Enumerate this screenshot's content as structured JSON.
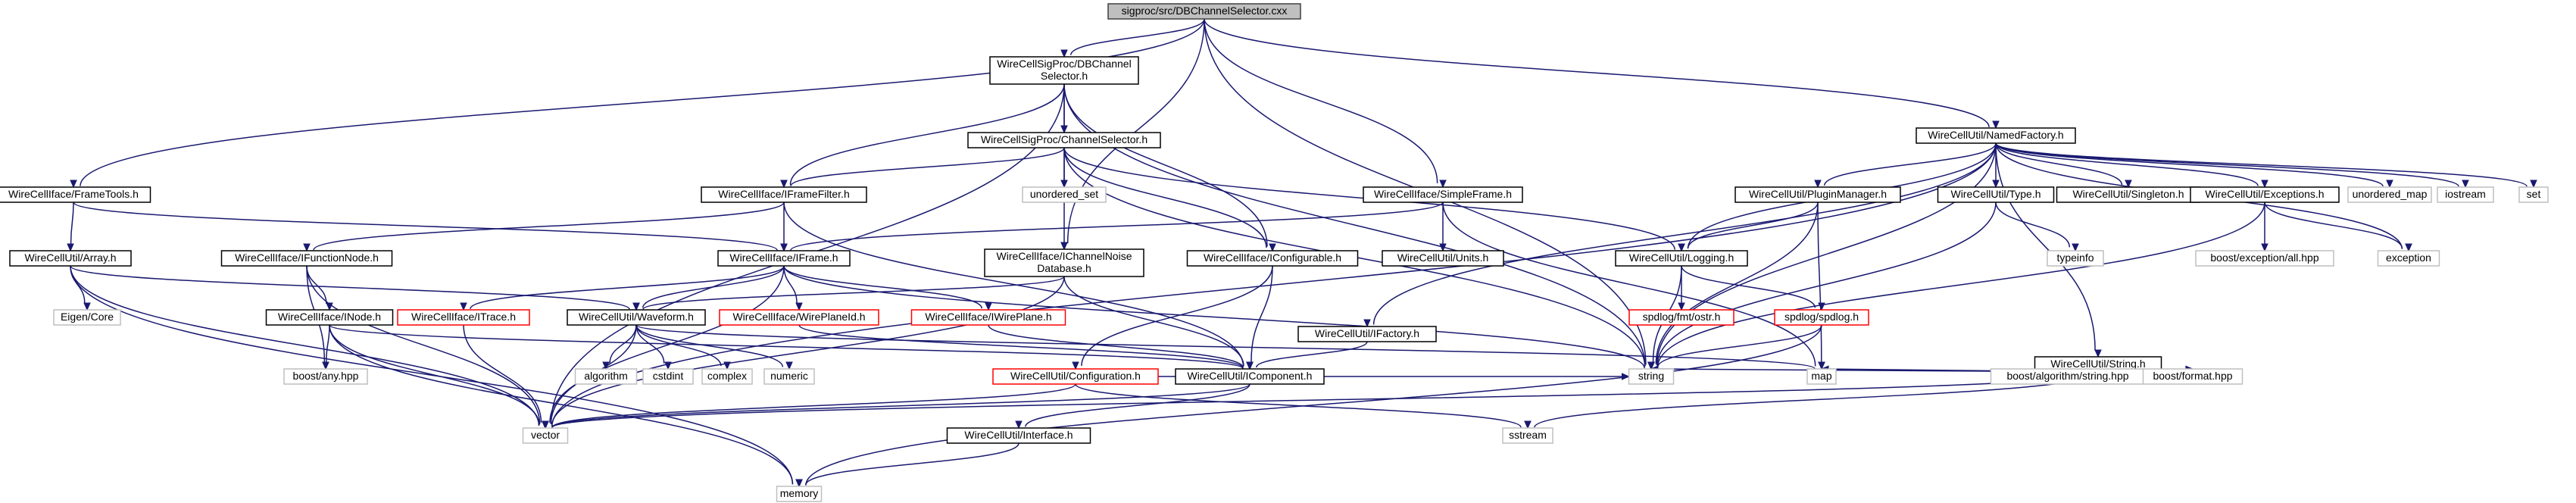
{
  "colors": {
    "edge": "#191970",
    "root_fill": "#bfbfbf",
    "root_stroke": "#404040",
    "doc_stroke": "#000000",
    "missing_stroke": "#ff0000",
    "system_stroke": "#bfbfbf",
    "node_fill": "#ffffff"
  },
  "nodes": [
    {
      "id": "root",
      "kind": "root",
      "lines": [
        "sigproc/src/DBChannelSelector.cxx"
      ]
    },
    {
      "id": "dbcs",
      "kind": "doc",
      "lines": [
        "WireCellSigProc/DBChannel",
        "Selector.h"
      ]
    },
    {
      "id": "frametools",
      "kind": "doc",
      "lines": [
        "WireCellIface/FrameTools.h"
      ]
    },
    {
      "id": "simpleframe",
      "kind": "doc",
      "lines": [
        "WireCellIface/SimpleFrame.h"
      ]
    },
    {
      "id": "namedfactory",
      "kind": "doc",
      "lines": [
        "WireCellUtil/NamedFactory.h"
      ]
    },
    {
      "id": "chansel",
      "kind": "doc",
      "lines": [
        "WireCellSigProc/ChannelSelector.h"
      ]
    },
    {
      "id": "unordered_set",
      "kind": "sys",
      "lines": [
        "unordered_set"
      ]
    },
    {
      "id": "iframefilter",
      "kind": "doc",
      "lines": [
        "WireCellIface/IFrameFilter.h"
      ]
    },
    {
      "id": "ichnoise",
      "kind": "doc",
      "lines": [
        "WireCellIface/IChannelNoise",
        "Database.h"
      ]
    },
    {
      "id": "iconfigurable",
      "kind": "doc",
      "lines": [
        "WireCellIface/IConfigurable.h"
      ]
    },
    {
      "id": "array",
      "kind": "doc",
      "lines": [
        "WireCellUtil/Array.h"
      ]
    },
    {
      "id": "eigen",
      "kind": "sys",
      "lines": [
        "Eigen/Core"
      ]
    },
    {
      "id": "ifunctionnode",
      "kind": "doc",
      "lines": [
        "WireCellIface/IFunctionNode.h"
      ]
    },
    {
      "id": "iframe",
      "kind": "doc",
      "lines": [
        "WireCellIface/IFrame.h"
      ]
    },
    {
      "id": "units",
      "kind": "doc",
      "lines": [
        "WireCellUtil/Units.h"
      ]
    },
    {
      "id": "pluginmanager",
      "kind": "doc",
      "lines": [
        "WireCellUtil/PluginManager.h"
      ]
    },
    {
      "id": "type",
      "kind": "doc",
      "lines": [
        "WireCellUtil/Type.h"
      ]
    },
    {
      "id": "singleton",
      "kind": "doc",
      "lines": [
        "WireCellUtil/Singleton.h"
      ]
    },
    {
      "id": "exceptions",
      "kind": "doc",
      "lines": [
        "WireCellUtil/Exceptions.h"
      ]
    },
    {
      "id": "unordered_map",
      "kind": "sys",
      "lines": [
        "unordered_map"
      ]
    },
    {
      "id": "iostream",
      "kind": "sys",
      "lines": [
        "iostream"
      ]
    },
    {
      "id": "set",
      "kind": "sys",
      "lines": [
        "set"
      ]
    },
    {
      "id": "inode",
      "kind": "doc",
      "lines": [
        "WireCellIface/INode.h"
      ]
    },
    {
      "id": "itrace",
      "kind": "missing",
      "lines": [
        "WireCellIface/ITrace.h"
      ]
    },
    {
      "id": "waveform",
      "kind": "doc",
      "lines": [
        "WireCellUtil/Waveform.h"
      ]
    },
    {
      "id": "iwireplaneid",
      "kind": "missing",
      "lines": [
        "WireCellIface/WirePlaneId.h"
      ]
    },
    {
      "id": "iwireplane",
      "kind": "missing",
      "lines": [
        "WireCellIface/IWirePlane.h"
      ]
    },
    {
      "id": "logging",
      "kind": "doc",
      "lines": [
        "WireCellUtil/Logging.h"
      ]
    },
    {
      "id": "typeinfo",
      "kind": "sys",
      "lines": [
        "typeinfo"
      ]
    },
    {
      "id": "boostexc",
      "kind": "sys",
      "lines": [
        "boost/exception/all.hpp"
      ]
    },
    {
      "id": "exception",
      "kind": "sys",
      "lines": [
        "exception"
      ]
    },
    {
      "id": "ifactory",
      "kind": "doc",
      "lines": [
        "WireCellUtil/IFactory.h"
      ]
    },
    {
      "id": "spdlogfmt",
      "kind": "missing",
      "lines": [
        "spdlog/fmt/ostr.h"
      ]
    },
    {
      "id": "spdlog",
      "kind": "missing",
      "lines": [
        "spdlog/spdlog.h"
      ]
    },
    {
      "id": "string_util",
      "kind": "doc",
      "lines": [
        "WireCellUtil/String.h"
      ]
    },
    {
      "id": "boostany",
      "kind": "sys",
      "lines": [
        "boost/any.hpp"
      ]
    },
    {
      "id": "algorithm",
      "kind": "sys",
      "lines": [
        "algorithm"
      ]
    },
    {
      "id": "cstdint",
      "kind": "sys",
      "lines": [
        "cstdint"
      ]
    },
    {
      "id": "complex",
      "kind": "sys",
      "lines": [
        "complex"
      ]
    },
    {
      "id": "numeric",
      "kind": "sys",
      "lines": [
        "numeric"
      ]
    },
    {
      "id": "configuration",
      "kind": "missing",
      "lines": [
        "WireCellUtil/Configuration.h"
      ]
    },
    {
      "id": "icomponent",
      "kind": "doc",
      "lines": [
        "WireCellUtil/IComponent.h"
      ]
    },
    {
      "id": "string",
      "kind": "sys",
      "lines": [
        "string"
      ]
    },
    {
      "id": "map",
      "kind": "sys",
      "lines": [
        "map"
      ]
    },
    {
      "id": "boostalgstr",
      "kind": "sys",
      "lines": [
        "boost/algorithm/string.hpp"
      ]
    },
    {
      "id": "boostformat",
      "kind": "sys",
      "lines": [
        "boost/format.hpp"
      ]
    },
    {
      "id": "vector",
      "kind": "sys",
      "lines": [
        "vector"
      ]
    },
    {
      "id": "interface",
      "kind": "doc",
      "lines": [
        "WireCellUtil/Interface.h"
      ]
    },
    {
      "id": "sstream",
      "kind": "sys",
      "lines": [
        "sstream"
      ]
    },
    {
      "id": "memory",
      "kind": "sys",
      "lines": [
        "memory"
      ]
    }
  ],
  "edges": [
    [
      "root",
      "dbcs"
    ],
    [
      "root",
      "frametools"
    ],
    [
      "root",
      "simpleframe"
    ],
    [
      "root",
      "namedfactory"
    ],
    [
      "root",
      "ichnoise"
    ],
    [
      "root",
      "string"
    ],
    [
      "dbcs",
      "chansel"
    ],
    [
      "dbcs",
      "iframefilter"
    ],
    [
      "dbcs",
      "ichnoise"
    ],
    [
      "dbcs",
      "iconfigurable"
    ],
    [
      "dbcs",
      "vector"
    ],
    [
      "dbcs",
      "string"
    ],
    [
      "chansel",
      "unordered_set"
    ],
    [
      "chansel",
      "iframefilter"
    ],
    [
      "chansel",
      "iconfigurable"
    ],
    [
      "chansel",
      "logging"
    ],
    [
      "chansel",
      "string"
    ],
    [
      "frametools",
      "array"
    ],
    [
      "frametools",
      "iframe"
    ],
    [
      "simpleframe",
      "iframe"
    ],
    [
      "simpleframe",
      "units"
    ],
    [
      "simpleframe",
      "map"
    ],
    [
      "namedfactory",
      "pluginmanager"
    ],
    [
      "namedfactory",
      "type"
    ],
    [
      "namedfactory",
      "singleton"
    ],
    [
      "namedfactory",
      "exceptions"
    ],
    [
      "namedfactory",
      "unordered_map"
    ],
    [
      "namedfactory",
      "iostream"
    ],
    [
      "namedfactory",
      "set"
    ],
    [
      "namedfactory",
      "logging"
    ],
    [
      "namedfactory",
      "ifactory"
    ],
    [
      "namedfactory",
      "string_util"
    ],
    [
      "namedfactory",
      "string"
    ],
    [
      "namedfactory",
      "vector"
    ],
    [
      "namedfactory",
      "exception"
    ],
    [
      "iframefilter",
      "ifunctionnode"
    ],
    [
      "iframefilter",
      "iframe"
    ],
    [
      "iframefilter",
      "icomponent"
    ],
    [
      "ichnoise",
      "waveform"
    ],
    [
      "ichnoise",
      "icomponent"
    ],
    [
      "ichnoise",
      "vector"
    ],
    [
      "iconfigurable",
      "configuration"
    ],
    [
      "iconfigurable",
      "icomponent"
    ],
    [
      "array",
      "eigen"
    ],
    [
      "array",
      "waveform"
    ],
    [
      "array",
      "vector"
    ],
    [
      "array",
      "memory"
    ],
    [
      "ifunctionnode",
      "inode"
    ],
    [
      "ifunctionnode",
      "boostany"
    ],
    [
      "ifunctionnode",
      "vector"
    ],
    [
      "iframe",
      "itrace"
    ],
    [
      "iframe",
      "waveform"
    ],
    [
      "iframe",
      "iwireplaneid"
    ],
    [
      "iframe",
      "iwireplane"
    ],
    [
      "iframe",
      "string"
    ],
    [
      "iframe",
      "vector"
    ],
    [
      "inode",
      "icomponent"
    ],
    [
      "inode",
      "boostany"
    ],
    [
      "inode",
      "vector"
    ],
    [
      "inode",
      "memory"
    ],
    [
      "itrace",
      "vector"
    ],
    [
      "waveform",
      "algorithm"
    ],
    [
      "waveform",
      "cstdint"
    ],
    [
      "waveform",
      "complex"
    ],
    [
      "waveform",
      "numeric"
    ],
    [
      "waveform",
      "vector"
    ],
    [
      "waveform",
      "map"
    ],
    [
      "iwireplaneid",
      "icomponent"
    ],
    [
      "iwireplane",
      "icomponent"
    ],
    [
      "pluginmanager",
      "logging"
    ],
    [
      "pluginmanager",
      "string"
    ],
    [
      "pluginmanager",
      "map"
    ],
    [
      "type",
      "typeinfo"
    ],
    [
      "type",
      "string"
    ],
    [
      "exceptions",
      "boostexc"
    ],
    [
      "exceptions",
      "exception"
    ],
    [
      "exceptions",
      "string"
    ],
    [
      "logging",
      "spdlogfmt"
    ],
    [
      "logging",
      "spdlog"
    ],
    [
      "logging",
      "string"
    ],
    [
      "spdlog",
      "string"
    ],
    [
      "spdlog",
      "memory"
    ],
    [
      "ifactory",
      "icomponent"
    ],
    [
      "string_util",
      "boostalgstr"
    ],
    [
      "string_util",
      "boostformat"
    ],
    [
      "string_util",
      "sstream"
    ],
    [
      "string_util",
      "vector"
    ],
    [
      "string_util",
      "map"
    ],
    [
      "string_util",
      "string"
    ],
    [
      "configuration",
      "string"
    ],
    [
      "configuration",
      "vector"
    ],
    [
      "configuration",
      "sstream"
    ],
    [
      "icomponent",
      "interface"
    ],
    [
      "icomponent",
      "vector"
    ],
    [
      "interface",
      "memory"
    ]
  ]
}
